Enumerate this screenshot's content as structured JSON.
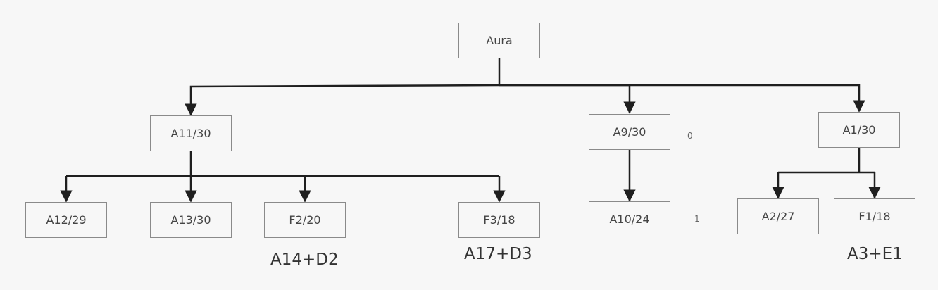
{
  "nodes": {
    "root": "Aura",
    "a11": "A11/30",
    "a9": "A9/30",
    "a1": "A1/30",
    "a12": "A12/29",
    "a13": "A13/30",
    "f2": "F2/20",
    "f3": "F3/18",
    "a10": "A10/24",
    "a2": "A2/27",
    "f1": "F1/18"
  },
  "annotations": {
    "f2_note": "A14+D2",
    "f3_note": "A17+D3",
    "a1_note": "A3+E1",
    "a9_side": "0",
    "a10_side": "1"
  },
  "edges": [
    [
      "root",
      "a11"
    ],
    [
      "root",
      "a9"
    ],
    [
      "root",
      "a1"
    ],
    [
      "a11",
      "a12"
    ],
    [
      "a11",
      "a13"
    ],
    [
      "a11",
      "f2"
    ],
    [
      "a11",
      "f3"
    ],
    [
      "a9",
      "a10"
    ],
    [
      "a1",
      "a2"
    ],
    [
      "a1",
      "f1"
    ]
  ],
  "colors": {
    "line": "#1f1f1f",
    "box_border": "#8a8a8a",
    "background": "#f7f7f7"
  }
}
